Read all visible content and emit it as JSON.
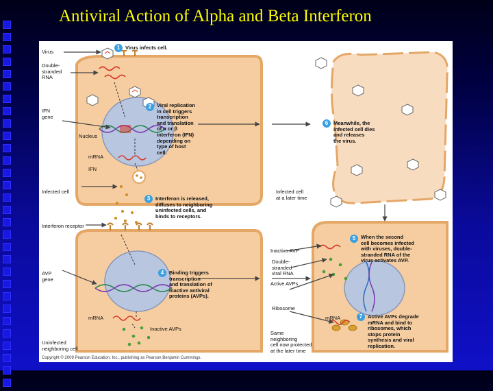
{
  "title": "Antiviral Action of Alpha and Beta Interferon",
  "colors": {
    "background": "#0000a0",
    "title": "#ffff00",
    "cell": "#f6cda0",
    "cell_border": "#e4a766",
    "nucleus": "#b9c6e0",
    "step_badge": "#3aa0e0",
    "rna": "#d63a2a",
    "dna": "#2e8b57"
  },
  "labels": {
    "virus": "Virus",
    "ds_rna": "Double-\nstranded\nRNA",
    "ifn_gene": "IFN\ngene",
    "nucleus": "Nucleus",
    "mrna_top": "mRNA",
    "ifn": "IFN",
    "infected_cell": "Infected cell",
    "interferon_receptor": "Interferon receptor",
    "avp_gene": "AVP\ngene",
    "mrna_bottom": "mRNA",
    "inactive_avps_left": "Inactive AVPs",
    "uninfected": "Uninfected\nneighboring cell",
    "infected_later": "Infected cell\nat a later time",
    "inactive_avp": "Inactive AVP",
    "ds_viral_rna": "Double-\nstranded\nviral RNA",
    "active_avps": "Active AVPs",
    "ribosome": "Ribosome",
    "mrna_right": "mRNA",
    "same_neighboring": "Same\nneighboring\ncell now protected\nat the later time"
  },
  "steps": [
    {
      "num": "1",
      "text": "Virus infects cell."
    },
    {
      "num": "2",
      "text": "Viral replication\nin cell triggers\ntranscription\nand translation\nof α or β\ninterferon (IFN)\ndepending on\ntype of host\ncell."
    },
    {
      "num": "3",
      "text": "Interferon is released,\ndiffuses to neighboring\nuninfected cells, and\nbinds to receptors."
    },
    {
      "num": "4",
      "text": "Binding triggers\ntranscription\nand translation of\ninactive antiviral\nproteins (AVPs)."
    },
    {
      "num": "5",
      "text": "When the second\ncell becomes infected\nwith viruses, double-\nstranded RNA of the\nvirus activates AVP."
    },
    {
      "num": "6",
      "text": "Meanwhile, the\ninfected cell dies\nand releases\nthe virus."
    },
    {
      "num": "7",
      "text": "Active AVPs degrade\nmRNA and bind to\nribosomes, which\nstops protein\nsynthesis and viral\nreplication."
    }
  ],
  "copyright": "Copyright © 2009 Pearson Education, Inc., publishing as Pearson Benjamin Cummings."
}
